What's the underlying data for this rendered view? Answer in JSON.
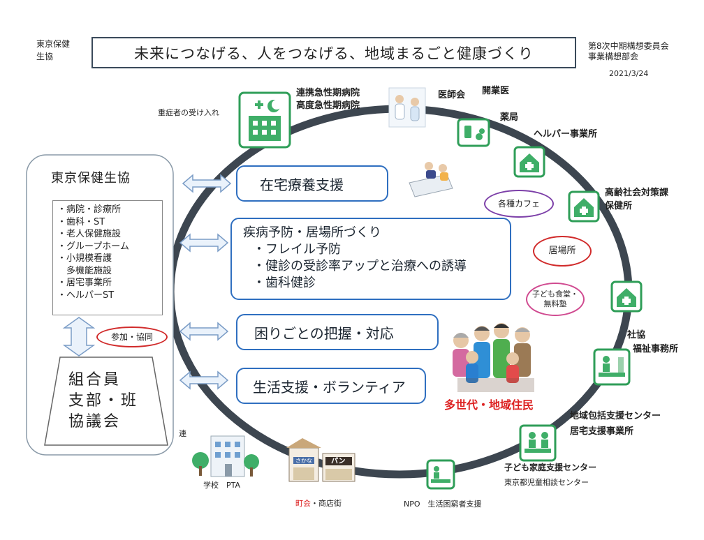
{
  "header": {
    "org_line1": "東京保健",
    "org_line2": "生協",
    "title": "未来につなげる、人をつなげる、地域まるごと健康づくり",
    "meeting_line1": "第8次中期構想委員会",
    "meeting_line2": "事業構想部会",
    "date": "2021/3/24"
  },
  "left_panel": {
    "heading": "東京保健生協",
    "items": [
      "・病院・診療所",
      "・歯科・ST",
      "・老人保健施設",
      "・グループホーム",
      "・小規模看護",
      "　多機能施設",
      "・居宅事業所",
      "・ヘルパーST"
    ],
    "participate": "参加・協同",
    "member_line1": "組合員",
    "member_line2": "支部・班",
    "member_line3": "協議会"
  },
  "center": {
    "home_care": "在宅療養支援",
    "prevention_title": "疾病予防・居場所づくり",
    "prevention_items": [
      "・フレイル予防",
      "・健診の受診率アップと治療への誘導",
      "・歯科健診"
    ],
    "troubles": "困りごとの把握・対応",
    "life_support": "生活支援・ボランティア",
    "residents": "多世代・地域住民"
  },
  "ring_labels": {
    "severe": "重症者の受け入れ",
    "hospital_line1": "連携急性期病院",
    "hospital_line2": "高度急性期病院",
    "medical_assoc": "医師会",
    "clinic": "開業医",
    "pharmacy": "薬局",
    "helper_office": "ヘルパー事業所",
    "cafe": "各種カフェ",
    "elderly_line1": "高齢社会対策課",
    "elderly_line2": "保健所",
    "ibasho": "居場所",
    "kids_line1": "子ども食堂・",
    "kids_line2": "無料塾",
    "social_line1": "社協",
    "social_line2": "福祉事務所",
    "community_line1": "地域包括支援センター",
    "community_line2": "居宅支援事業所",
    "family_line1": "子ども家庭支援センター",
    "family_line2": "東京都児童相談センター",
    "npo": "NPO　生活困窮者支援",
    "town_red": "町会",
    "town_rest": "・商店街",
    "school": "学校　PTA",
    "partial": "連",
    "shop_sign1": "パン",
    "shop_sign2": "さかな"
  },
  "colors": {
    "ring": "#3d4650",
    "pill_border": "#2f6fc0",
    "icon_green": "#2f9e58",
    "oval_red": "#d12b2b",
    "arrow_fill": "#eaf2fb",
    "arrow_stroke": "#7a9cc6"
  }
}
